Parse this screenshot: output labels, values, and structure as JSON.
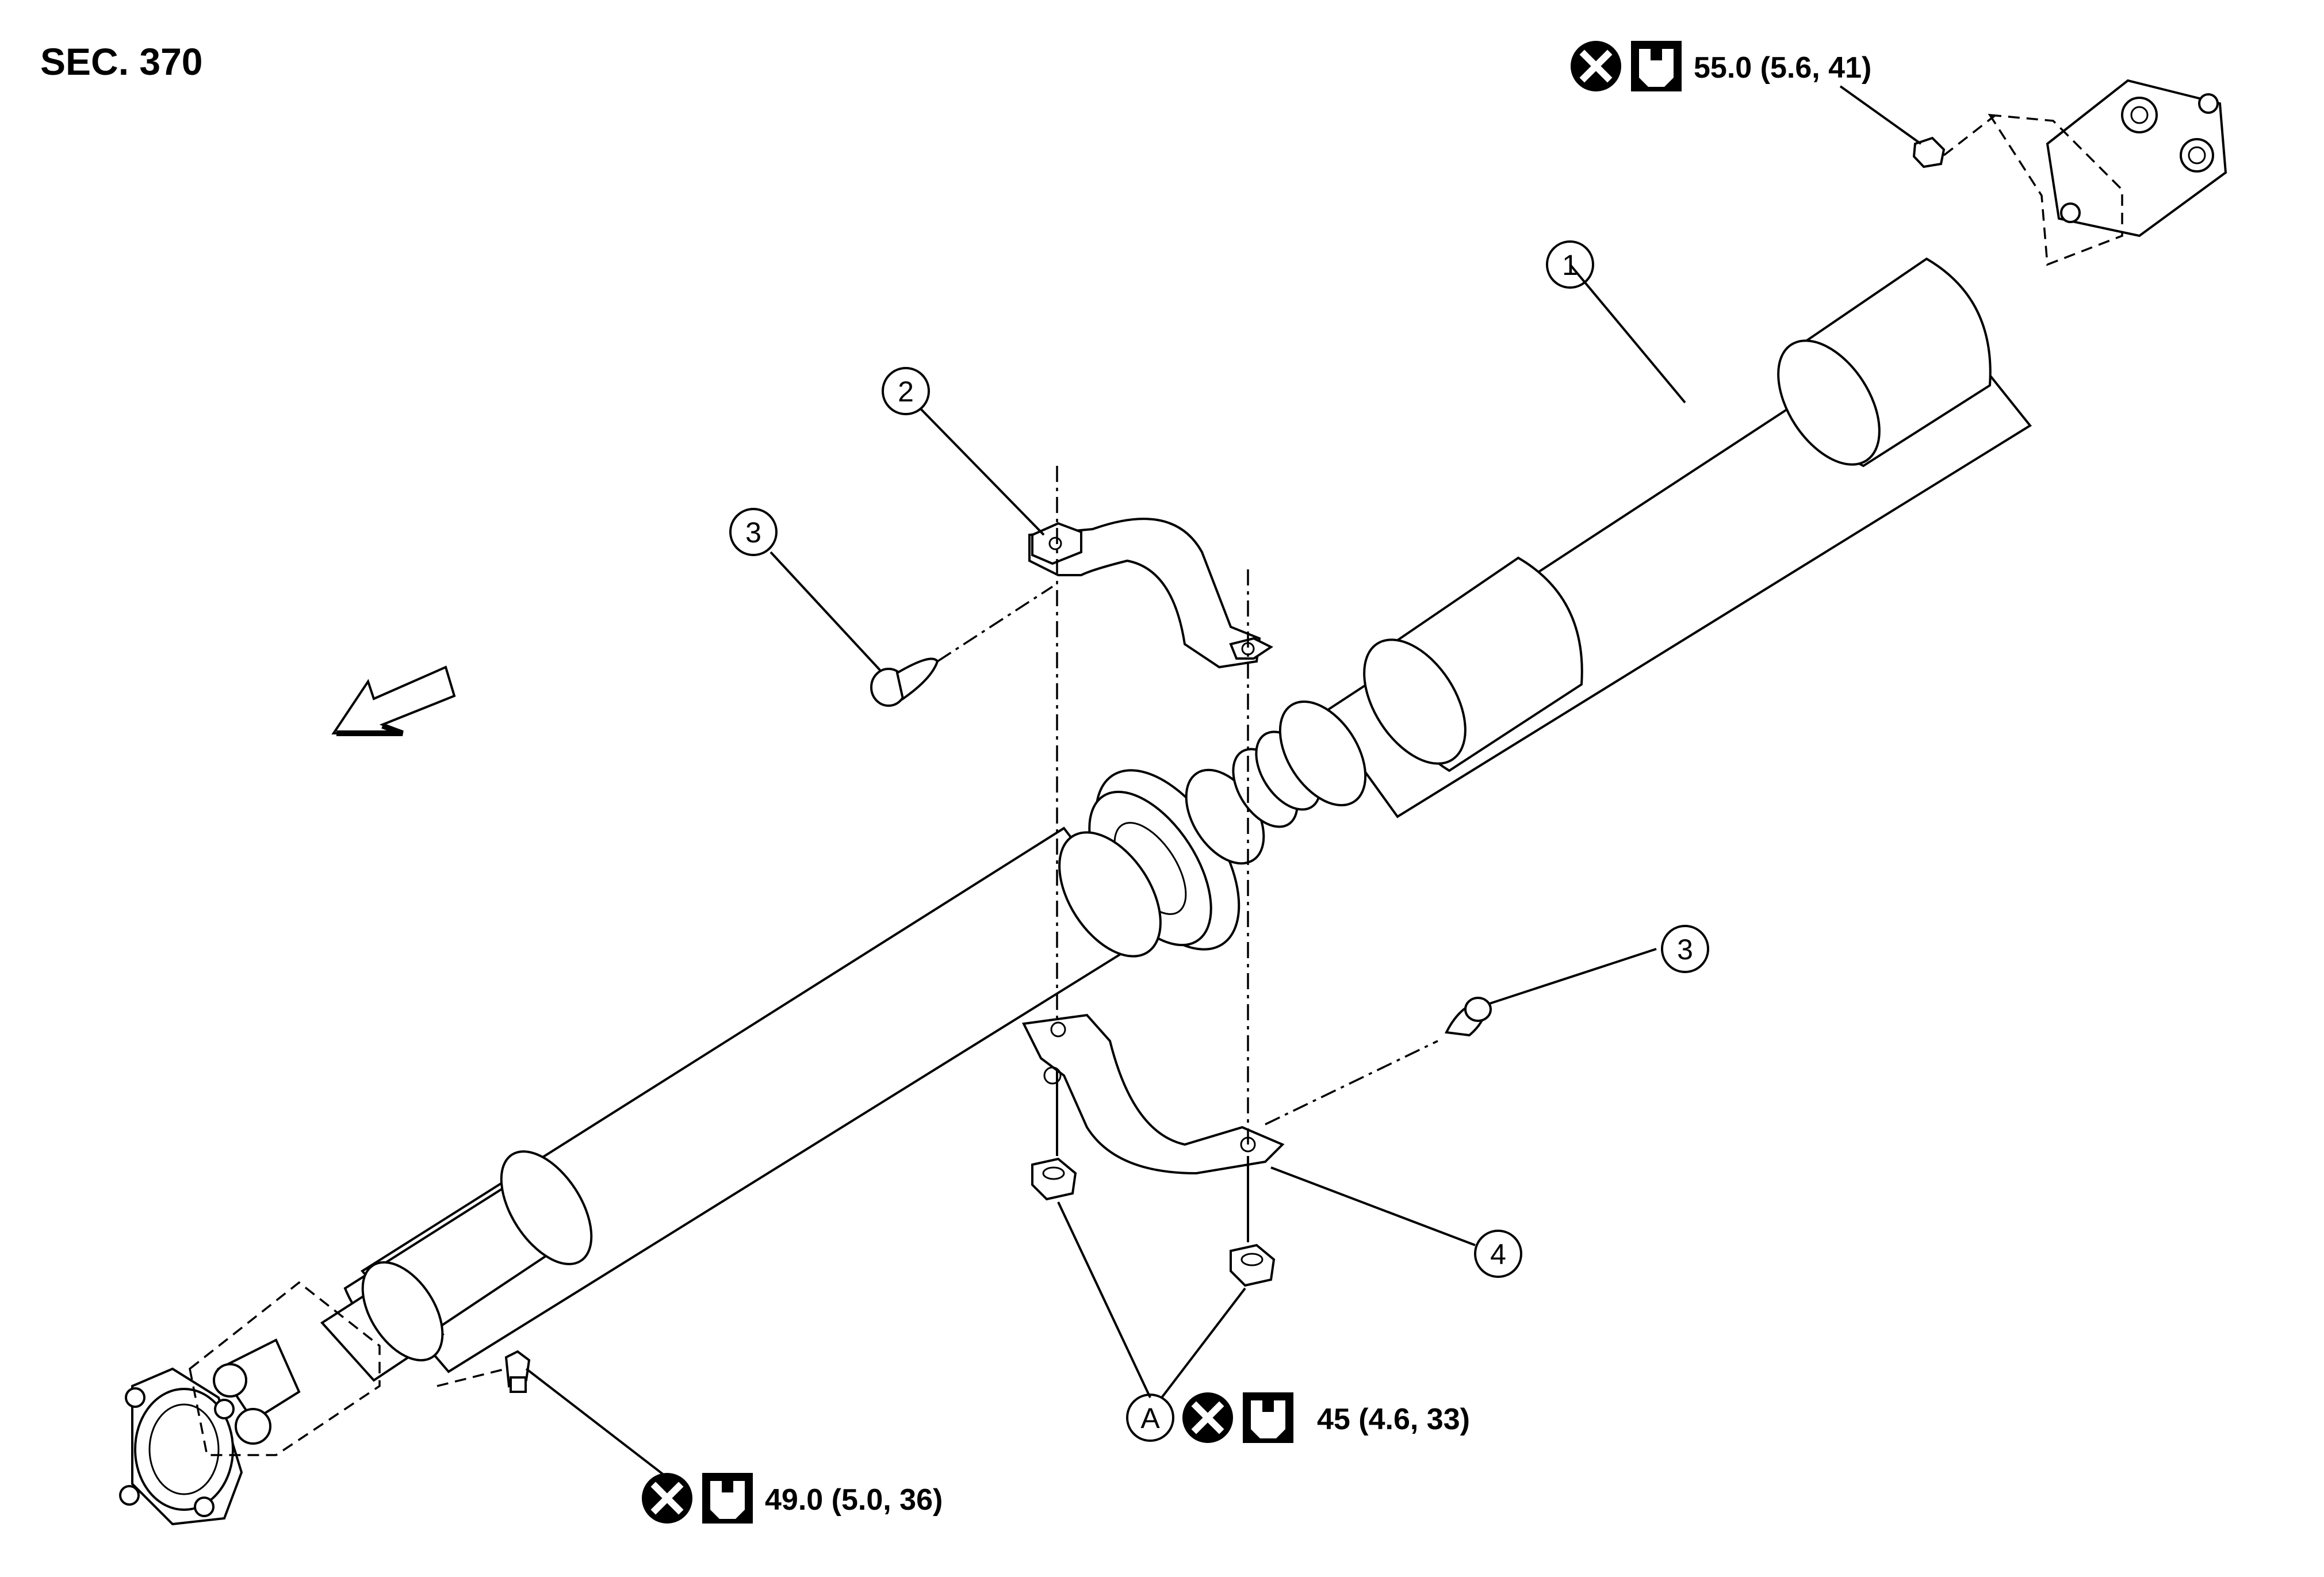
{
  "section_label": "SEC. 370",
  "torques": {
    "top_right": "55.0 (5.6, 41)",
    "bottom_left": "49.0 (5.0, 36)",
    "bottom_center": "45 (4.6, 33)"
  },
  "callouts": {
    "c1": "1",
    "c2": "2",
    "c3_left": "3",
    "c3_right": "3",
    "c4": "4",
    "cA": "A"
  },
  "icons": {
    "do_not_reuse": "do-not-reuse-icon",
    "torque_wrench": "torque-wrench-icon",
    "front_arrow": "front-direction-arrow-icon"
  },
  "colors": {
    "line": "#000000",
    "background": "#ffffff"
  }
}
